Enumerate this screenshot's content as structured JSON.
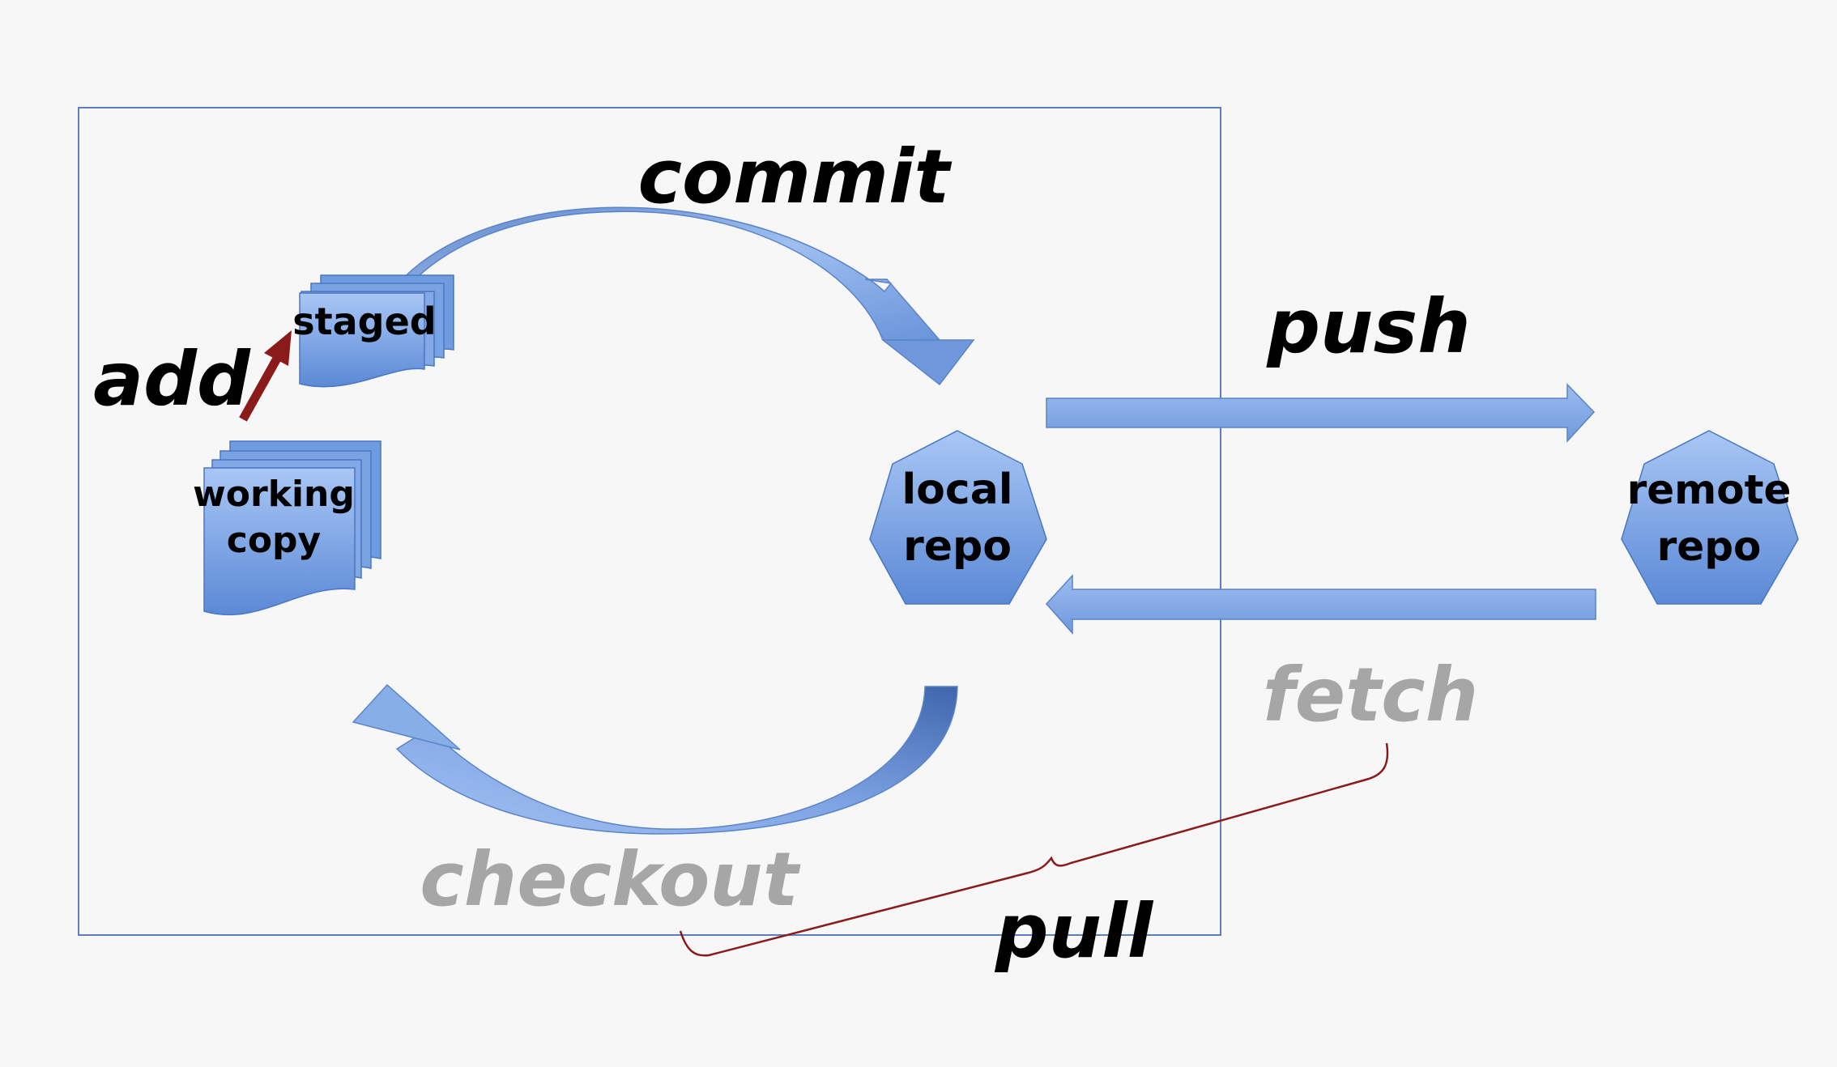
{
  "labels": {
    "commit": "commit",
    "push": "push",
    "add": "add",
    "fetch": "fetch",
    "checkout": "checkout",
    "pull": "pull"
  },
  "nodes": {
    "staged": "staged",
    "working_copy_line1": "working",
    "working_copy_line2": "copy",
    "local_repo_line1": "local",
    "local_repo_line2": "repo",
    "remote_repo_line1": "remote",
    "remote_repo_line2": "repo"
  },
  "colors": {
    "node_fill": "#6f9be0",
    "arrow_fill": "#88aee8",
    "add_arrow": "#8b1a1a",
    "brace": "#8b1a1a",
    "frame": "#5b7fc0",
    "gray_label": "#a6a6a6"
  }
}
